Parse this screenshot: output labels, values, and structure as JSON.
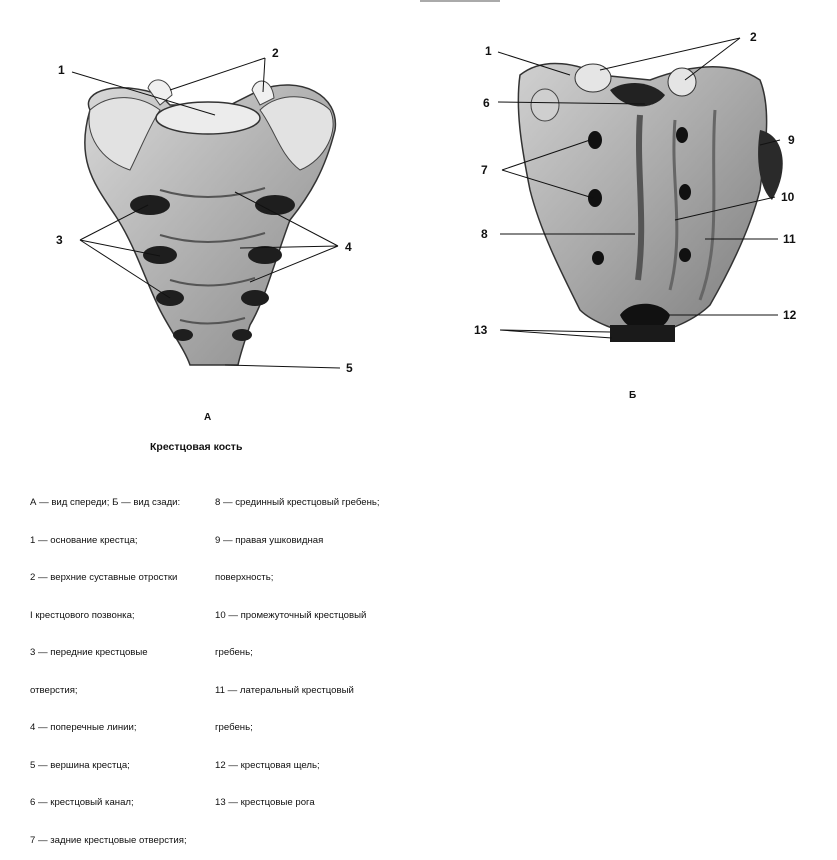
{
  "figure_a": {
    "panel_label": "А",
    "labels": [
      "1",
      "2",
      "3",
      "4",
      "5"
    ]
  },
  "figure_b": {
    "panel_label": "Б",
    "labels": [
      "1",
      "2",
      "6",
      "7",
      "8",
      "9",
      "10",
      "11",
      "12",
      "13"
    ]
  },
  "caption": {
    "title": "Крестцовая кость",
    "legend_left": [
      "А — вид спереди; Б — вид сзади:",
      "1 — основание крестца;",
      "2 — верхние суставные отростки",
      "I крестцового позвонка;",
      "3 — передние крестцовые",
      "отверстия;",
      "4 — поперечные линии;",
      "5 — вершина крестца;",
      "6 — крестцовый канал;",
      "7 — задние крестцовые отверстия;"
    ],
    "legend_right": [
      "8 — срединный крестцовый гребень;",
      "9 — правая ушковидная",
      "поверхность;",
      "10 — промежуточный крестцовый",
      "гребень;",
      "11 — латеральный крестцовый",
      "гребень;",
      "12 — крестцовая щель;",
      "13 — крестцовые рога"
    ]
  }
}
